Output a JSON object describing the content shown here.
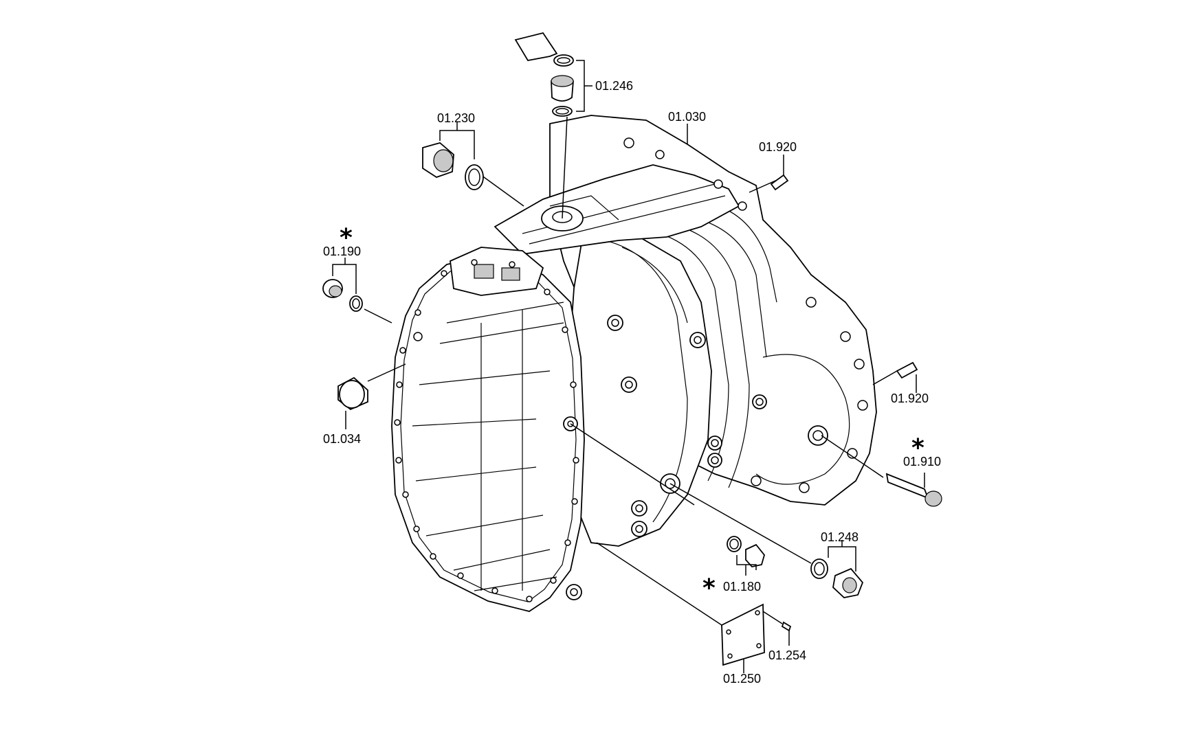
{
  "diagram": {
    "labels": {
      "p01_246": "01.246",
      "p01_230": "01.230",
      "p01_030": "01.030",
      "p01_920_top": "01.920",
      "p01_190": "01.190",
      "p01_034": "01.034",
      "p01_920_right": "01.920",
      "p01_910": "01.910",
      "p01_248": "01.248",
      "p01_180": "01.180",
      "p01_254": "01.254",
      "p01_250": "01.250"
    },
    "marker": "*"
  }
}
